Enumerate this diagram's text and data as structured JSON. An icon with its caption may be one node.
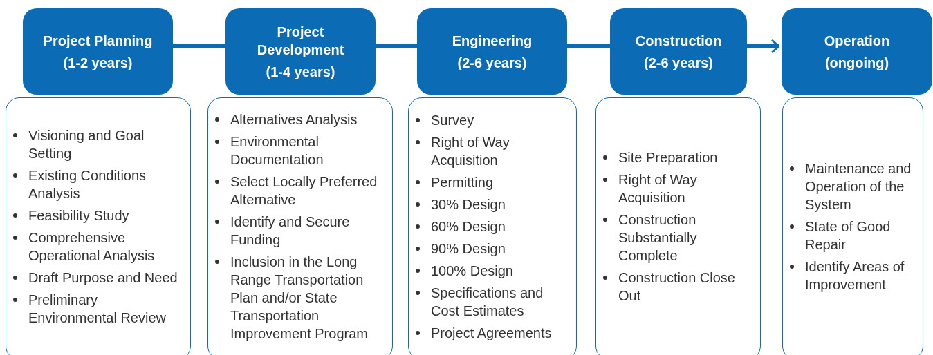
{
  "diagram": {
    "nodes": [
      {
        "text": [
          "Project Planning",
          "(1-2 years)"
        ]
      },
      {
        "text": [
          "Project Development",
          "(1-4 years)"
        ]
      },
      {
        "text": [
          "Engineering",
          "(2-6 years)"
        ]
      },
      {
        "text": [
          "Construction",
          "(2-6 years)"
        ]
      },
      {
        "text": [
          "Operation",
          "(ongoing)"
        ]
      },
      {
        "text": [
          "Visioning and Goal Setting",
          "Existing Conditions Analysis",
          "Feasibility Study",
          "Comprehensive Operational Analysis",
          "Draft Purpose and Need",
          "Preliminary Environmental Review"
        ]
      },
      {
        "text": [
          "Alternatives Analysis",
          "Environmental Documentation",
          "Select Locally Preferred Alternative",
          "Identify and Secure Funding",
          "Inclusion in the Long Range Transportation Plan and/or State Transportation Improvement Program"
        ]
      },
      {
        "text": [
          "Survey",
          "Right of Way Acquisition",
          "Permitting",
          "30% Design",
          "60% Design",
          "90% Design",
          "100% Design",
          "Specifications and Cost Estimates",
          "Project Agreements"
        ]
      },
      {
        "text": [
          "Site Preparation",
          "Right of Way Acquisition",
          "Construction Substantially Complete",
          "Construction Close Out"
        ]
      },
      {
        "text": [
          "Maintenance and Operation of the System",
          "State of Good Repair",
          "Identify Areas of Improvement"
        ]
      }
    ],
    "edges": [
      {
        "from": 0,
        "to": 1,
        "arrow": "none"
      },
      {
        "from": 1,
        "to": 2,
        "arrow": "none"
      },
      {
        "from": 2,
        "to": 3,
        "arrow": "none"
      },
      {
        "from": 3,
        "to": 4,
        "arrow": "to"
      }
    ]
  }
}
